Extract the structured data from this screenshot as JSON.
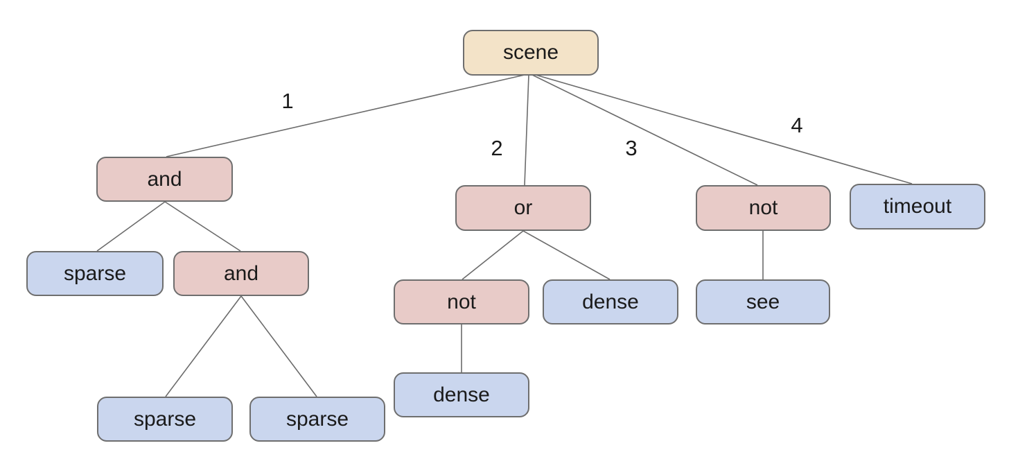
{
  "diagram": {
    "type": "tree",
    "background": "#ffffff",
    "colors": {
      "root_fill": "#f3e3c8",
      "operator_fill": "#e8cbc8",
      "leaf_fill": "#cad6ee",
      "node_border": "#6e6e6e",
      "edge_line": "#6b6b6b",
      "text": "#1a1a1a"
    },
    "nodes": [
      {
        "id": "scene",
        "label": "scene",
        "type": "root"
      },
      {
        "id": "and-1",
        "label": "and",
        "type": "operator"
      },
      {
        "id": "or-1",
        "label": "or",
        "type": "operator"
      },
      {
        "id": "not-1",
        "label": "not",
        "type": "operator"
      },
      {
        "id": "timeout-1",
        "label": "timeout",
        "type": "leaf"
      },
      {
        "id": "sparse-1",
        "label": "sparse",
        "type": "leaf"
      },
      {
        "id": "and-2",
        "label": "and",
        "type": "operator"
      },
      {
        "id": "not-2",
        "label": "not",
        "type": "operator"
      },
      {
        "id": "dense-1",
        "label": "dense",
        "type": "leaf"
      },
      {
        "id": "see-1",
        "label": "see",
        "type": "leaf"
      },
      {
        "id": "sparse-2",
        "label": "sparse",
        "type": "leaf"
      },
      {
        "id": "sparse-3",
        "label": "sparse",
        "type": "leaf"
      },
      {
        "id": "dense-2",
        "label": "dense",
        "type": "leaf"
      }
    ],
    "edges": [
      {
        "from": "scene",
        "to": "and-1",
        "label": "1"
      },
      {
        "from": "scene",
        "to": "or-1",
        "label": "2"
      },
      {
        "from": "scene",
        "to": "not-1",
        "label": "3"
      },
      {
        "from": "scene",
        "to": "timeout-1",
        "label": "4"
      },
      {
        "from": "and-1",
        "to": "sparse-1",
        "label": ""
      },
      {
        "from": "and-1",
        "to": "and-2",
        "label": ""
      },
      {
        "from": "and-2",
        "to": "sparse-2",
        "label": ""
      },
      {
        "from": "and-2",
        "to": "sparse-3",
        "label": ""
      },
      {
        "from": "or-1",
        "to": "not-2",
        "label": ""
      },
      {
        "from": "or-1",
        "to": "dense-1",
        "label": ""
      },
      {
        "from": "not-2",
        "to": "dense-2",
        "label": ""
      },
      {
        "from": "not-1",
        "to": "see-1",
        "label": ""
      }
    ]
  }
}
